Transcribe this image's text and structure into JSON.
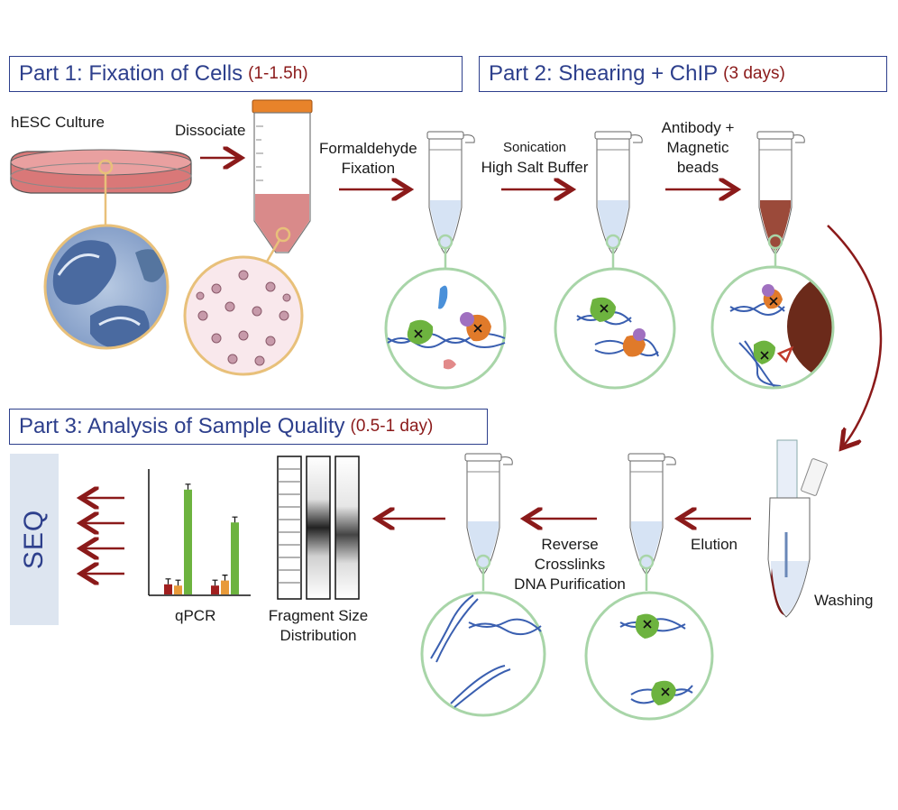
{
  "parts": [
    {
      "title": "Part 1: Fixation of Cells",
      "time": "(1-1.5h)"
    },
    {
      "title": "Part 2: Shearing + ChIP",
      "time": "(3 days)"
    },
    {
      "title": "Part 3: Analysis of Sample Quality",
      "time": "(0.5-1 day)"
    }
  ],
  "labels": {
    "hesc_culture": "hESC Culture",
    "dissociate": "Dissociate",
    "formaldehyde_1": "Formaldehyde",
    "formaldehyde_2": "Fixation",
    "sonication": "Sonication",
    "high_salt": "High Salt Buffer",
    "antibody_1": "Antibody +",
    "antibody_2": "Magnetic",
    "antibody_3": "beads",
    "washing": "Washing",
    "elution": "Elution",
    "reverse_1": "Reverse",
    "reverse_2": "Crosslinks",
    "reverse_3": "DNA Purification",
    "fragment_1": "Fragment Size",
    "fragment_2": "Distribution",
    "qpcr": "qPCR",
    "seq": "SEQ"
  },
  "colors": {
    "title_blue": "#2d3f8c",
    "time_red": "#8b1a1a",
    "arrow_red": "#8b1a1a",
    "circle_green": "#a8d5a8",
    "circle_tan": "#e8c07a",
    "dish_pink": "#d97878",
    "tube_cap_orange": "#e8832a",
    "bead_brown": "#6b2a1a",
    "protein_green": "#6db33f",
    "protein_orange": "#e07a2a",
    "protein_purple": "#a070c0",
    "dna_blue": "#3a5fb0",
    "seq_bg": "#dde5f0"
  },
  "qpcr_chart": {
    "type": "bar",
    "groups": 2,
    "values": [
      [
        0.08,
        0.07,
        0.83
      ],
      [
        0.07,
        0.11,
        0.57
      ]
    ],
    "bar_colors": [
      "#a01f1f",
      "#e89a3a",
      "#6db33f"
    ]
  }
}
